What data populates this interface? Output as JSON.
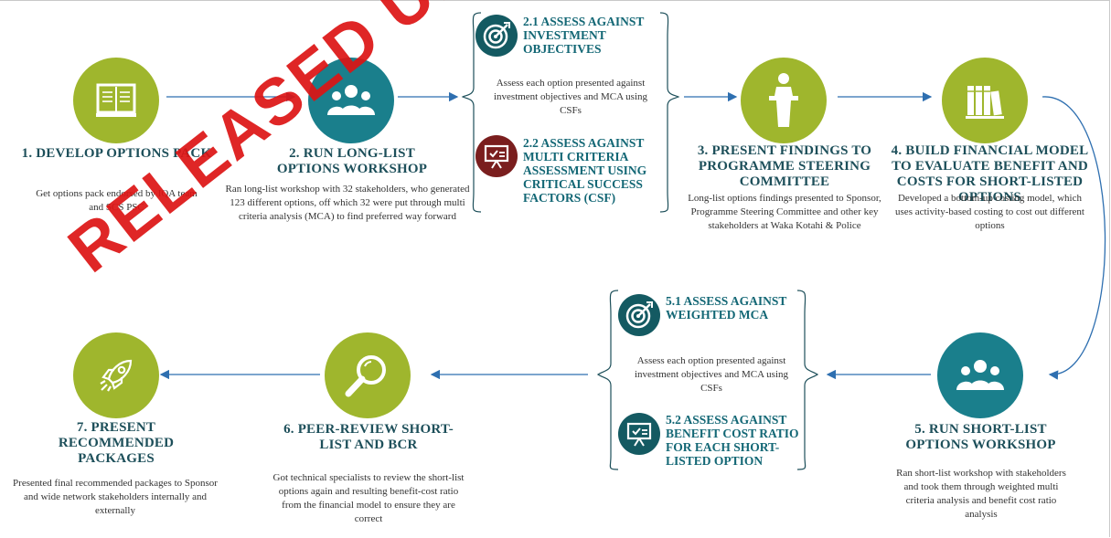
{
  "steps": [
    {
      "title": "1. DEVELOP OPTIONS PACK",
      "desc": "Get options pack endorsed by IQA team and SCS PSC",
      "icon": "book-icon"
    },
    {
      "title": "2. RUN LONG-LIST OPTIONS WORKSHOP",
      "desc": "Ran long-list workshop with 32 stakeholders, who generated 123 different options, off which 32 were put through multi criteria analysis (MCA) to find preferred way forward",
      "icon": "people-icon"
    },
    {
      "title": "3. PRESENT FINDINGS TO PROGRAMME STEERING COMMITTEE",
      "desc": "Long-list options findings presented to Sponsor, Programme Steering Committee and other key stakeholders at Waka Kotahi & Police",
      "icon": "podium-icon"
    },
    {
      "title": "4. BUILD FINANCIAL MODEL TO EVALUATE BENEFIT AND COSTS FOR SHORT-LISTED OPTIONS",
      "desc": "Developed a bottom-up costing model, which uses activity-based costing to cost out different options",
      "icon": "books-icon"
    },
    {
      "title": "5. RUN SHORT-LIST OPTIONS WORKSHOP",
      "desc": "Ran short-list workshop with stakeholders and took them through weighted multi criteria analysis and benefit cost ratio analysis",
      "icon": "people-icon"
    },
    {
      "title": "6. PEER-REVIEW SHORT-LIST AND BCR",
      "desc": "Got technical specialists to review the short-list options again and resulting benefit-cost ratio from the financial model to ensure they are correct",
      "icon": "magnifier-icon"
    },
    {
      "title": "7. PRESENT RECOMMENDED PACKAGES",
      "desc": "Presented final recommended packages to Sponsor and wide network stakeholders internally and externally",
      "icon": "rocket-icon"
    }
  ],
  "group_top": {
    "sub1": {
      "title": "2.1 ASSESS AGAINST INVESTMENT OBJECTIVES",
      "icon": "target-icon"
    },
    "desc": "Assess each option presented against investment objectives and MCA using CSFs",
    "sub2": {
      "title": "2.2 ASSESS AGAINST MULTI CRITERIA ASSESSMENT USING CRITICAL SUCCESS FACTORS (CSF)",
      "icon": "presentation-icon"
    }
  },
  "group_bottom": {
    "sub1": {
      "title": "5.1 ASSESS AGAINST WEIGHTED MCA",
      "icon": "target-icon"
    },
    "desc": "Assess each option presented against investment objectives and MCA using CSFs",
    "sub2": {
      "title": "5.2 ASSESS AGAINST BENEFIT COST RATIO FOR EACH SHORT-LISTED OPTION",
      "icon": "presentation-icon"
    }
  },
  "watermark": "RELEASED UNDER THE OFFICIAL INFORMATION ACT",
  "colors": {
    "green": "#9fb62d",
    "teal": "#1a7f8c",
    "dark_teal": "#145a62",
    "arrow": "#2e6fb0",
    "watermark": "#dc1414"
  }
}
